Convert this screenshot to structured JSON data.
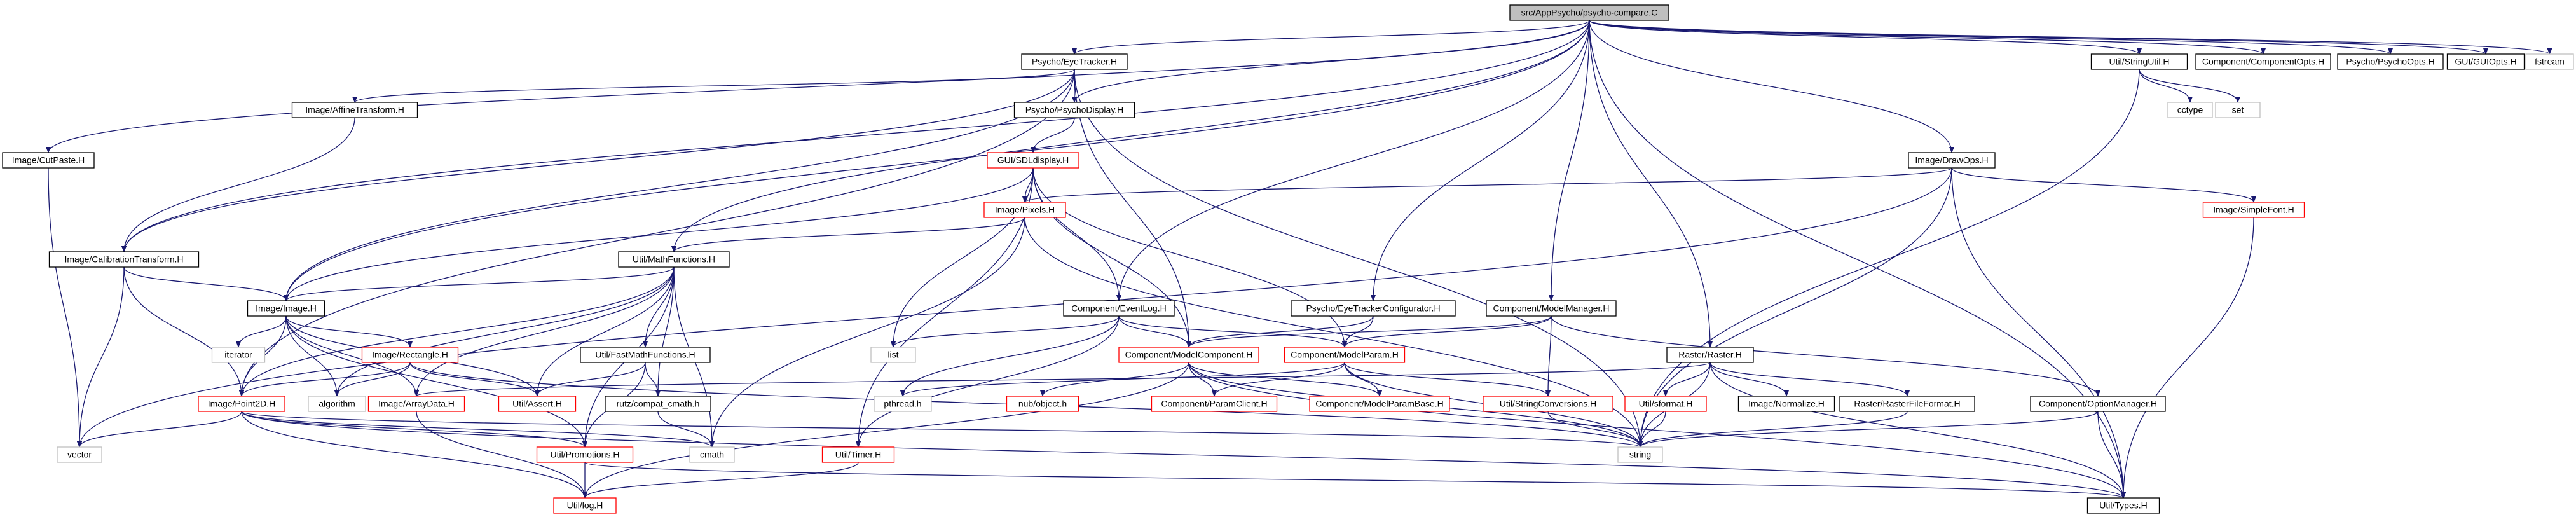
{
  "colors": {
    "edge": "#191970",
    "node_border_default": "#000000",
    "node_border_incomplete": "#ff0000",
    "node_border_external": "#bfbfbf",
    "node_fill_default": "#ffffff",
    "node_fill_root": "#bfbfbf",
    "label_default": "#000000",
    "label_external": "#000000"
  },
  "nodes": [
    {
      "id": "root",
      "label": "src/AppPsycho/psycho-compare.C",
      "style": "root"
    },
    {
      "id": "eye",
      "label": "Psycho/EyeTracker.H",
      "style": "normal"
    },
    {
      "id": "strutil",
      "label": "Util/StringUtil.H",
      "style": "normal"
    },
    {
      "id": "compopts",
      "label": "Component/ComponentOpts.H",
      "style": "normal"
    },
    {
      "id": "psyopts",
      "label": "Psycho/PsychoOpts.H",
      "style": "normal"
    },
    {
      "id": "guiopts",
      "label": "GUI/GUIOpts.H",
      "style": "normal"
    },
    {
      "id": "fstream",
      "label": "fstream",
      "style": "external"
    },
    {
      "id": "cutpaste",
      "label": "Image/CutPaste.H",
      "style": "normal"
    },
    {
      "id": "affine",
      "label": "Image/AffineTransform.H",
      "style": "normal"
    },
    {
      "id": "psydisp",
      "label": "Psycho/PsychoDisplay.H",
      "style": "normal"
    },
    {
      "id": "cctype",
      "label": "cctype",
      "style": "external"
    },
    {
      "id": "set",
      "label": "set",
      "style": "external"
    },
    {
      "id": "sdl",
      "label": "GUI/SDLdisplay.H",
      "style": "incomplete"
    },
    {
      "id": "drawops",
      "label": "Image/DrawOps.H",
      "style": "normal"
    },
    {
      "id": "pixels",
      "label": "Image/Pixels.H",
      "style": "incomplete"
    },
    {
      "id": "simplefont",
      "label": "Image/SimpleFont.H",
      "style": "incomplete"
    },
    {
      "id": "calib",
      "label": "Image/CalibrationTransform.H",
      "style": "normal"
    },
    {
      "id": "mathfn",
      "label": "Util/MathFunctions.H",
      "style": "normal"
    },
    {
      "id": "image",
      "label": "Image/Image.H",
      "style": "normal"
    },
    {
      "id": "evlog",
      "label": "Component/EventLog.H",
      "style": "normal"
    },
    {
      "id": "eyeconf",
      "label": "Psycho/EyeTrackerConfigurator.H",
      "style": "normal"
    },
    {
      "id": "modmgr",
      "label": "Component/ModelManager.H",
      "style": "normal"
    },
    {
      "id": "iterator",
      "label": "iterator",
      "style": "external"
    },
    {
      "id": "rect",
      "label": "Image/Rectangle.H",
      "style": "incomplete"
    },
    {
      "id": "fastmath",
      "label": "Util/FastMathFunctions.H",
      "style": "normal"
    },
    {
      "id": "list",
      "label": "list",
      "style": "external"
    },
    {
      "id": "modcomp",
      "label": "Component/ModelComponent.H",
      "style": "incomplete"
    },
    {
      "id": "modparam",
      "label": "Component/ModelParam.H",
      "style": "incomplete"
    },
    {
      "id": "raster",
      "label": "Raster/Raster.H",
      "style": "normal"
    },
    {
      "id": "algorithm",
      "label": "algorithm",
      "style": "external"
    },
    {
      "id": "assert",
      "label": "Util/Assert.H",
      "style": "incomplete"
    },
    {
      "id": "compatcmath",
      "label": "rutz/compat_cmath.h",
      "style": "normal"
    },
    {
      "id": "arraydata",
      "label": "Image/ArrayData.H",
      "style": "incomplete"
    },
    {
      "id": "point2d",
      "label": "Image/Point2D.H",
      "style": "incomplete"
    },
    {
      "id": "pthread",
      "label": "pthread.h",
      "style": "external"
    },
    {
      "id": "nub",
      "label": "nub/object.h",
      "style": "incomplete"
    },
    {
      "id": "paramclient",
      "label": "Component/ParamClient.H",
      "style": "incomplete"
    },
    {
      "id": "parambase",
      "label": "Component/ModelParamBase.H",
      "style": "incomplete"
    },
    {
      "id": "strconv",
      "label": "Util/StringConversions.H",
      "style": "incomplete"
    },
    {
      "id": "sformat",
      "label": "Util/sformat.H",
      "style": "incomplete"
    },
    {
      "id": "normalize",
      "label": "Image/Normalize.H",
      "style": "normal"
    },
    {
      "id": "rasterfmt",
      "label": "Raster/RasterFileFormat.H",
      "style": "normal"
    },
    {
      "id": "optmgr",
      "label": "Component/OptionManager.H",
      "style": "normal"
    },
    {
      "id": "vector",
      "label": "vector",
      "style": "external"
    },
    {
      "id": "cmath",
      "label": "cmath",
      "style": "external"
    },
    {
      "id": "string",
      "label": "string",
      "style": "external"
    },
    {
      "id": "promotions",
      "label": "Util/Promotions.H",
      "style": "incomplete"
    },
    {
      "id": "timer",
      "label": "Util/Timer.H",
      "style": "incomplete"
    },
    {
      "id": "log",
      "label": "Util/log.H",
      "style": "incomplete"
    },
    {
      "id": "types",
      "label": "Util/Types.H",
      "style": "normal"
    }
  ],
  "edges": [
    [
      "root",
      "eye"
    ],
    [
      "root",
      "strutil"
    ],
    [
      "root",
      "compopts"
    ],
    [
      "root",
      "psyopts"
    ],
    [
      "root",
      "guiopts"
    ],
    [
      "root",
      "fstream"
    ],
    [
      "root",
      "cutpaste"
    ],
    [
      "root",
      "psydisp"
    ],
    [
      "root",
      "drawops"
    ],
    [
      "root",
      "calib"
    ],
    [
      "root",
      "mathfn"
    ],
    [
      "root",
      "image"
    ],
    [
      "root",
      "evlog"
    ],
    [
      "root",
      "eyeconf"
    ],
    [
      "root",
      "modmgr"
    ],
    [
      "root",
      "raster"
    ],
    [
      "root",
      "types"
    ],
    [
      "eye",
      "affine"
    ],
    [
      "eye",
      "psydisp"
    ],
    [
      "eye",
      "calib"
    ],
    [
      "eye",
      "image"
    ],
    [
      "eye",
      "point2d"
    ],
    [
      "eye",
      "modcomp"
    ],
    [
      "eye",
      "string"
    ],
    [
      "affine",
      "calib"
    ],
    [
      "psydisp",
      "sdl"
    ],
    [
      "strutil",
      "cctype"
    ],
    [
      "strutil",
      "set"
    ],
    [
      "strutil",
      "string"
    ],
    [
      "cutpaste",
      "vector"
    ],
    [
      "sdl",
      "pixels"
    ],
    [
      "sdl",
      "image"
    ],
    [
      "sdl",
      "evlog"
    ],
    [
      "sdl",
      "modcomp"
    ],
    [
      "sdl",
      "list"
    ],
    [
      "sdl",
      "timer"
    ],
    [
      "sdl",
      "modparam"
    ],
    [
      "drawops",
      "pixels"
    ],
    [
      "drawops",
      "simplefont"
    ],
    [
      "drawops",
      "string"
    ],
    [
      "drawops",
      "types"
    ],
    [
      "drawops",
      "vector"
    ],
    [
      "pixels",
      "mathfn"
    ],
    [
      "pixels",
      "cmath"
    ],
    [
      "pixels",
      "string"
    ],
    [
      "simplefont",
      "types"
    ],
    [
      "calib",
      "image"
    ],
    [
      "calib",
      "point2d"
    ],
    [
      "calib",
      "vector"
    ],
    [
      "mathfn",
      "image"
    ],
    [
      "mathfn",
      "fastmath"
    ],
    [
      "mathfn",
      "compatcmath"
    ],
    [
      "mathfn",
      "assert"
    ],
    [
      "mathfn",
      "promotions"
    ],
    [
      "mathfn",
      "cmath"
    ],
    [
      "mathfn",
      "algorithm"
    ],
    [
      "mathfn",
      "point2d"
    ],
    [
      "mathfn",
      "arraydata"
    ],
    [
      "image",
      "iterator"
    ],
    [
      "image",
      "rect"
    ],
    [
      "image",
      "algorithm"
    ],
    [
      "image",
      "assert"
    ],
    [
      "image",
      "arraydata"
    ],
    [
      "image",
      "point2d"
    ],
    [
      "image",
      "promotions"
    ],
    [
      "rect",
      "point2d"
    ],
    [
      "rect",
      "assert"
    ],
    [
      "rect",
      "algorithm"
    ],
    [
      "rect",
      "string"
    ],
    [
      "fastmath",
      "compatcmath"
    ],
    [
      "fastmath",
      "assert"
    ],
    [
      "fastmath",
      "promotions"
    ],
    [
      "compatcmath",
      "cmath"
    ],
    [
      "evlog",
      "list"
    ],
    [
      "evlog",
      "modcomp"
    ],
    [
      "evlog",
      "modparam"
    ],
    [
      "evlog",
      "pthread"
    ],
    [
      "evlog",
      "timer"
    ],
    [
      "eyeconf",
      "modcomp"
    ],
    [
      "eyeconf",
      "modparam"
    ],
    [
      "modmgr",
      "modcomp"
    ],
    [
      "modmgr",
      "modparam"
    ],
    [
      "modmgr",
      "optmgr"
    ],
    [
      "modmgr",
      "strconv"
    ],
    [
      "modcomp",
      "nub"
    ],
    [
      "modcomp",
      "paramclient"
    ],
    [
      "modcomp",
      "parambase"
    ],
    [
      "modcomp",
      "string"
    ],
    [
      "modcomp",
      "log"
    ],
    [
      "modcomp",
      "types"
    ],
    [
      "modparam",
      "paramclient"
    ],
    [
      "modparam",
      "parambase"
    ],
    [
      "modparam",
      "strconv"
    ],
    [
      "modparam",
      "string"
    ],
    [
      "modparam",
      "pthread"
    ],
    [
      "raster",
      "arraydata"
    ],
    [
      "raster",
      "sformat"
    ],
    [
      "raster",
      "normalize"
    ],
    [
      "raster",
      "rasterfmt"
    ],
    [
      "raster",
      "string"
    ],
    [
      "raster",
      "types"
    ],
    [
      "arraydata",
      "log"
    ],
    [
      "point2d",
      "vector"
    ],
    [
      "point2d",
      "promotions"
    ],
    [
      "point2d",
      "cmath"
    ],
    [
      "point2d",
      "log"
    ],
    [
      "point2d",
      "string"
    ],
    [
      "point2d",
      "types"
    ],
    [
      "strconv",
      "string"
    ],
    [
      "sformat",
      "string"
    ],
    [
      "rasterfmt",
      "string"
    ],
    [
      "optmgr",
      "string"
    ],
    [
      "optmgr",
      "types"
    ],
    [
      "promotions",
      "log"
    ],
    [
      "promotions",
      "types"
    ],
    [
      "timer",
      "log"
    ]
  ]
}
